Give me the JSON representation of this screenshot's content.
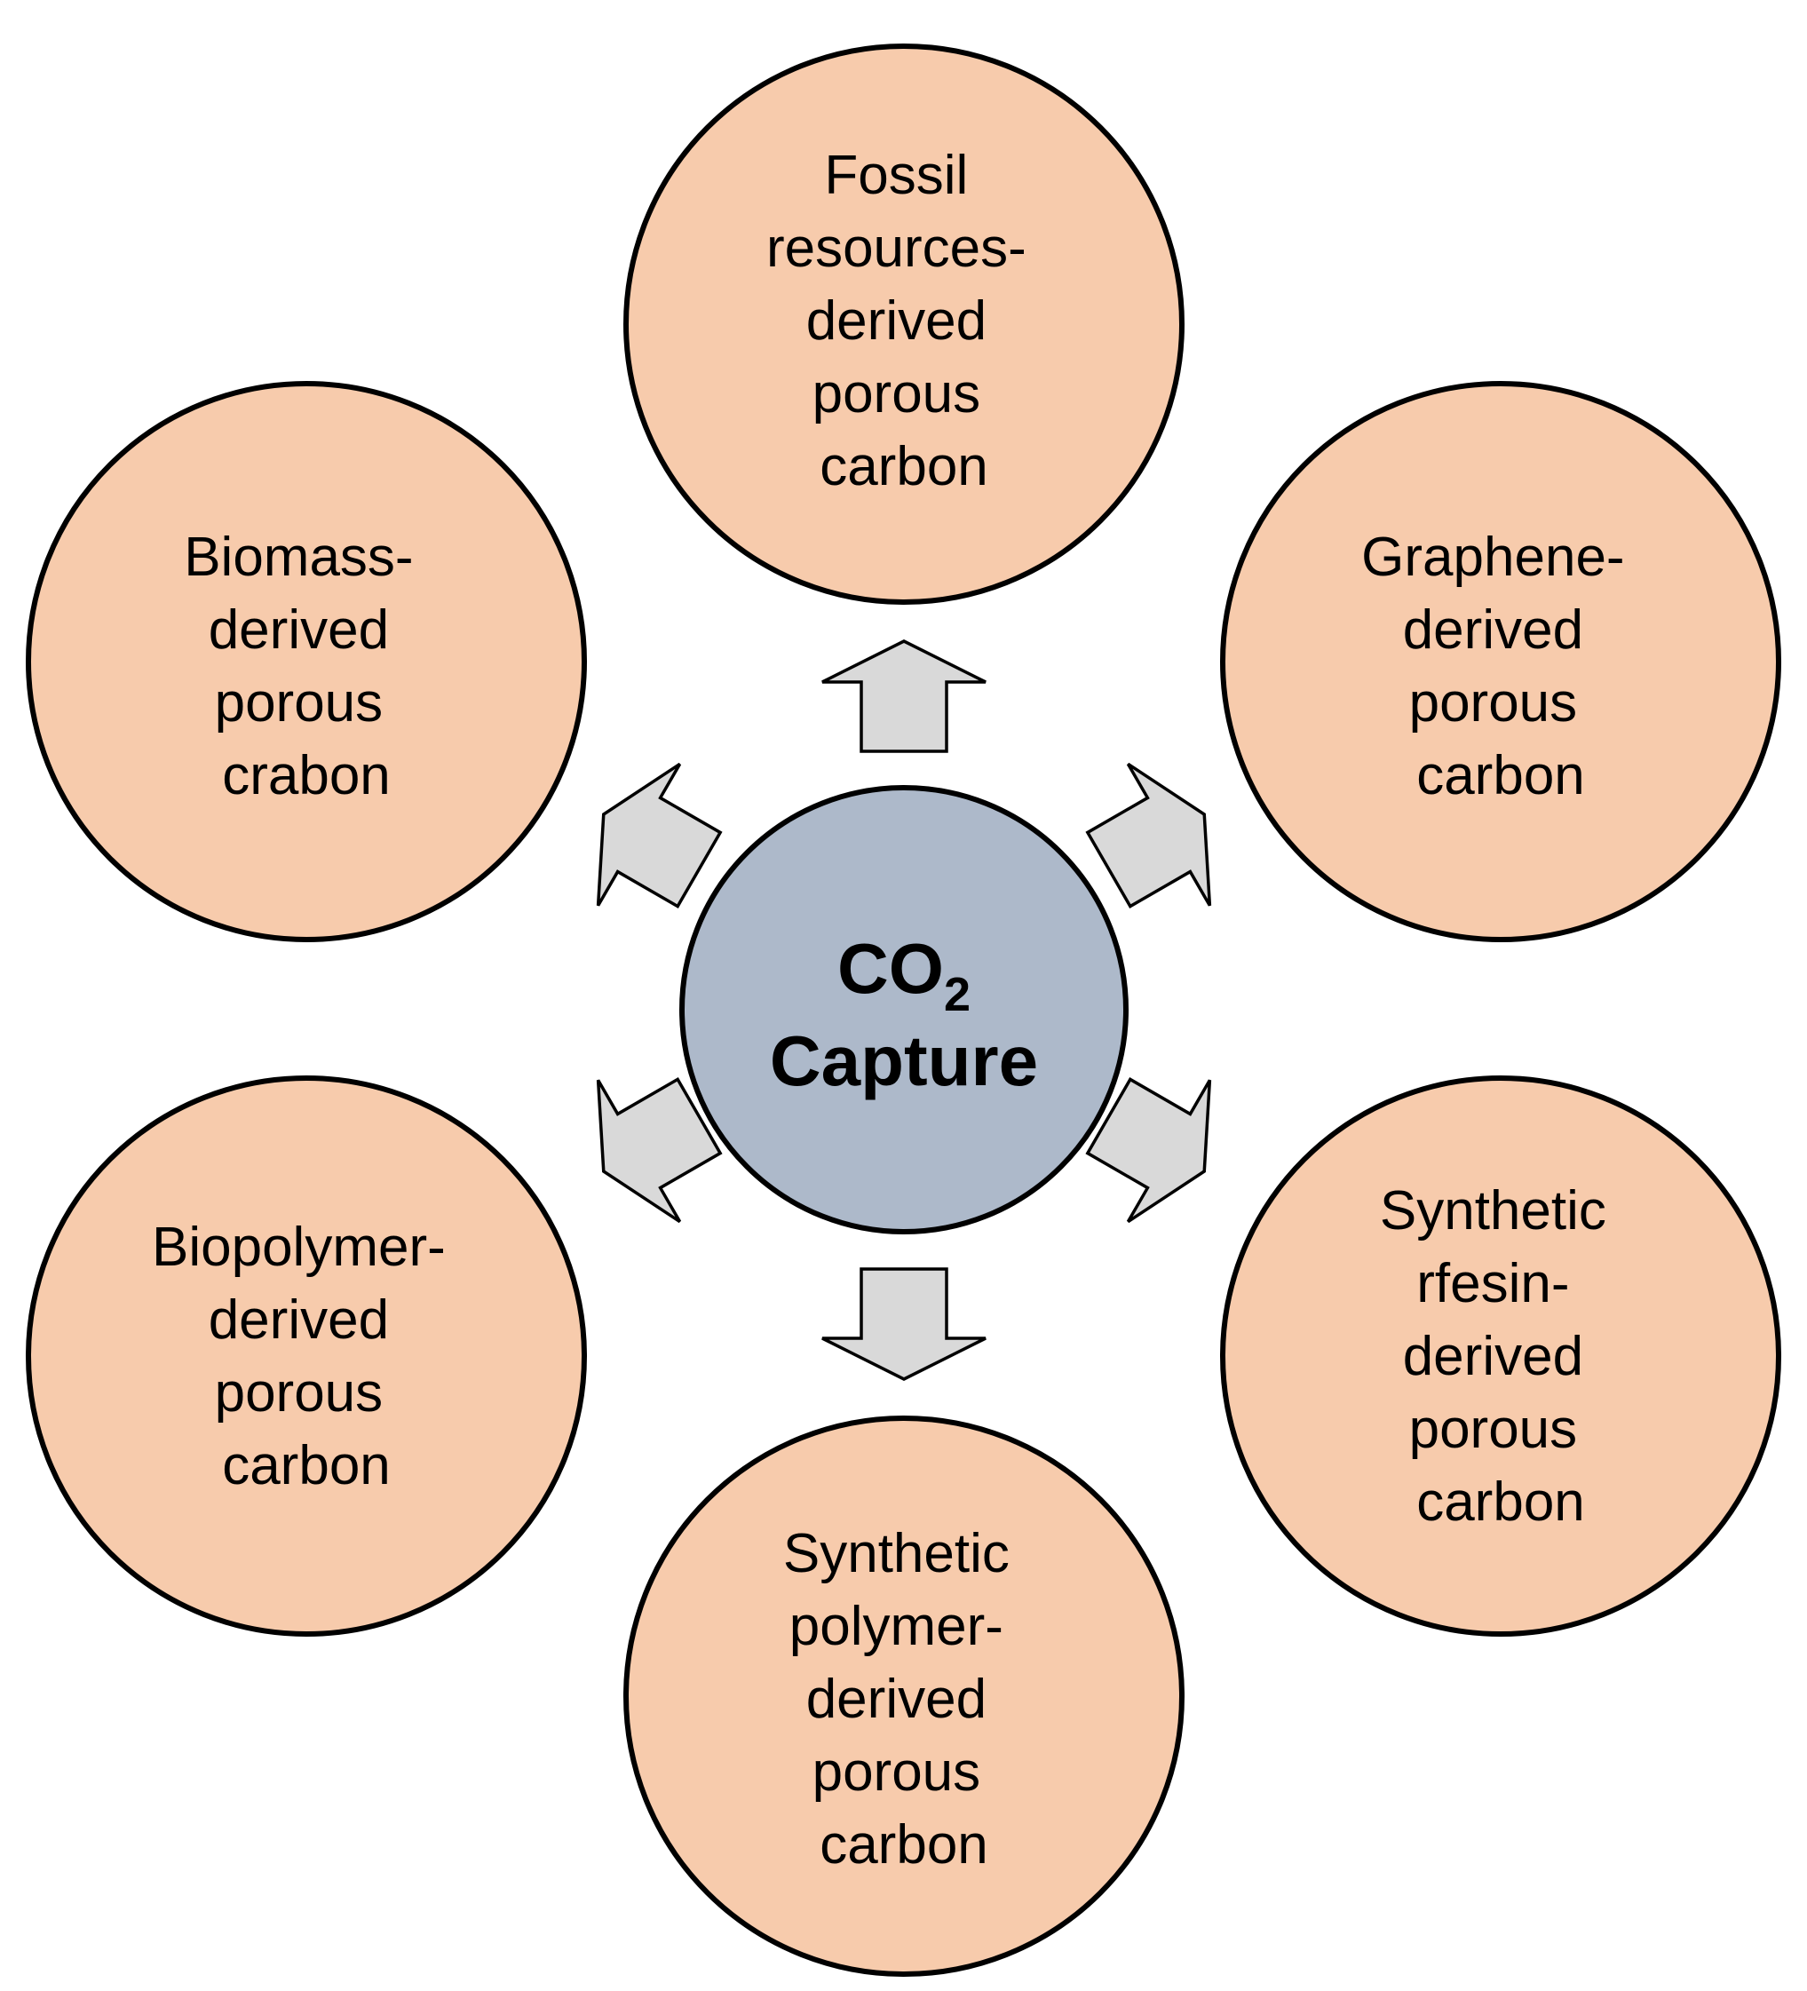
{
  "center": {
    "line1": "CO",
    "subscript": "2",
    "line2": "Capture"
  },
  "nodes": [
    {
      "id": "fossil",
      "lines": [
        "Fossil",
        "resources-",
        "derived",
        "porous",
        "carbon"
      ]
    },
    {
      "id": "graphene",
      "lines": [
        "Graphene-",
        "derived",
        "porous",
        "carbon"
      ]
    },
    {
      "id": "synthetic-resin",
      "lines": [
        "Synthetic",
        "rfesin-",
        "derived",
        "porous",
        "carbon"
      ]
    },
    {
      "id": "synthetic-polymer",
      "lines": [
        "Synthetic",
        "polymer-",
        "derived",
        "porous",
        "carbon"
      ]
    },
    {
      "id": "biopolymer",
      "lines": [
        "Biopolymer-",
        "derived",
        "porous",
        "carbon"
      ]
    },
    {
      "id": "biomass",
      "lines": [
        "Biomass-",
        "derived",
        "porous",
        "crabon"
      ]
    }
  ],
  "colors": {
    "node_fill": "#F7CBAC",
    "center_fill": "#ADB9CA",
    "arrow_fill": "#D9D9D9",
    "stroke": "#000000"
  }
}
